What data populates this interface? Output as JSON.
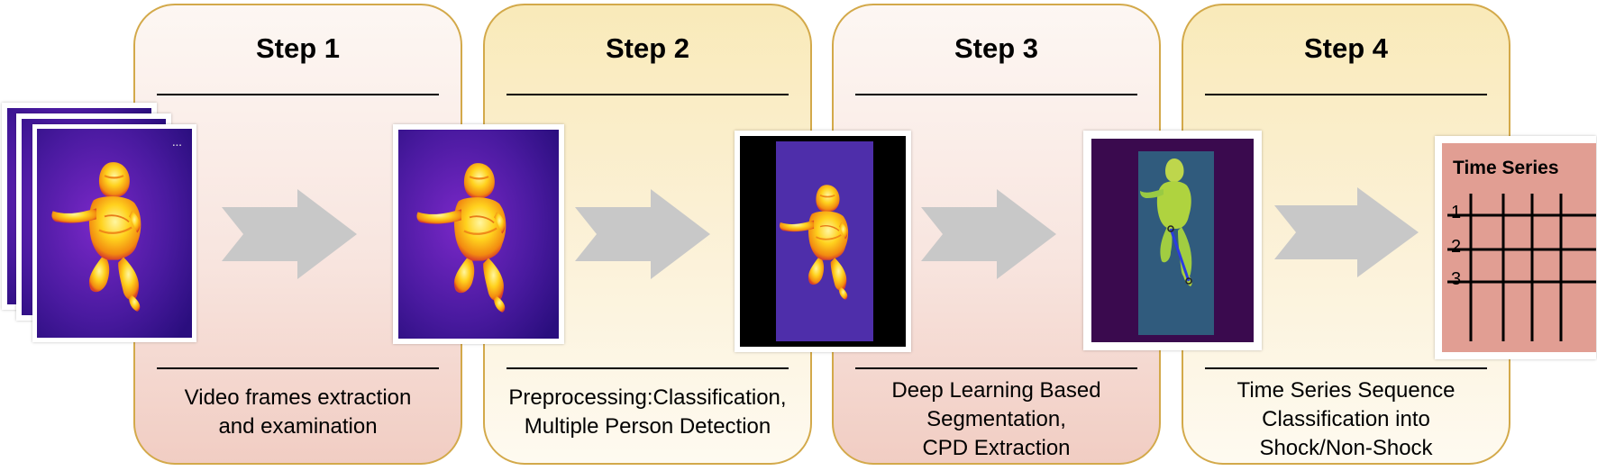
{
  "steps": [
    {
      "title": "Step 1",
      "caption": [
        "Video frames extraction",
        "and examination"
      ]
    },
    {
      "title": "Step 2",
      "caption": [
        "Preprocessing:Classification,",
        "Multiple Person Detection"
      ]
    },
    {
      "title": "Step 3",
      "caption": [
        "Deep Learning Based",
        "Segmentation,",
        "CPD Extraction"
      ]
    },
    {
      "title": "Step 4",
      "caption": [
        "Time Series Sequence",
        "Classification into",
        "Shock/Non-Shock"
      ]
    }
  ],
  "time_series": {
    "title": "Time Series",
    "rows": [
      "1",
      "2",
      "3"
    ]
  },
  "colors": {
    "box_border": "#d3a94a",
    "arrow": "#c8c8c8",
    "time_series_fill": "#e19e93",
    "thermal_bg": "#4a1aa0",
    "thermal_hot": "#ffd21e",
    "segmentation_bg": "#3a0a4e",
    "segmentation_fg": "#b6da3c",
    "cpd_line": "#2b3ce0"
  },
  "icons": [
    "thermal-frame-image",
    "segmentation-image",
    "right-arrow-icon"
  ]
}
